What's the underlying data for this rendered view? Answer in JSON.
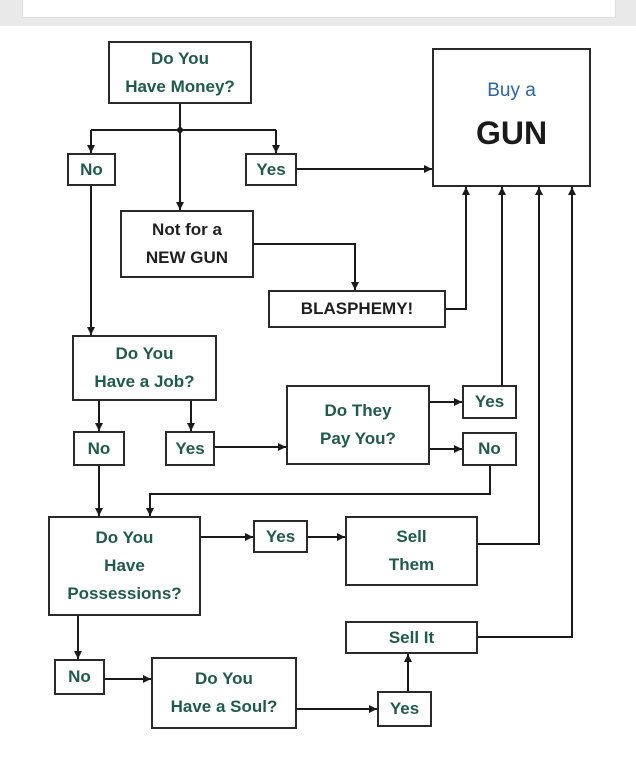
{
  "nodes": {
    "money_question": "Do You\nHave Money?",
    "buy_line1": "Buy a",
    "buy_line2": "GUN",
    "no_money": "No",
    "yes_money": "Yes",
    "not_new_gun": "Not for a\nNEW GUN",
    "blasphemy": "BLASPHEMY!",
    "job_question": "Do You\nHave a Job?",
    "no_job": "No",
    "yes_job": "Yes",
    "pay_question": "Do They\nPay You?",
    "yes_pay": "Yes",
    "no_pay": "No",
    "possessions_question": "Do You\nHave\nPossessions?",
    "yes_possessions": "Yes",
    "sell_them": "Sell\nThem",
    "no_possessions": "No",
    "soul_question": "Do You\nHave a Soul?",
    "yes_soul": "Yes",
    "sell_it": "Sell It"
  },
  "colors": {
    "node_text": "#1f5a4c",
    "buy_text": "#2a64a8",
    "lines": "#1a1a1a"
  }
}
